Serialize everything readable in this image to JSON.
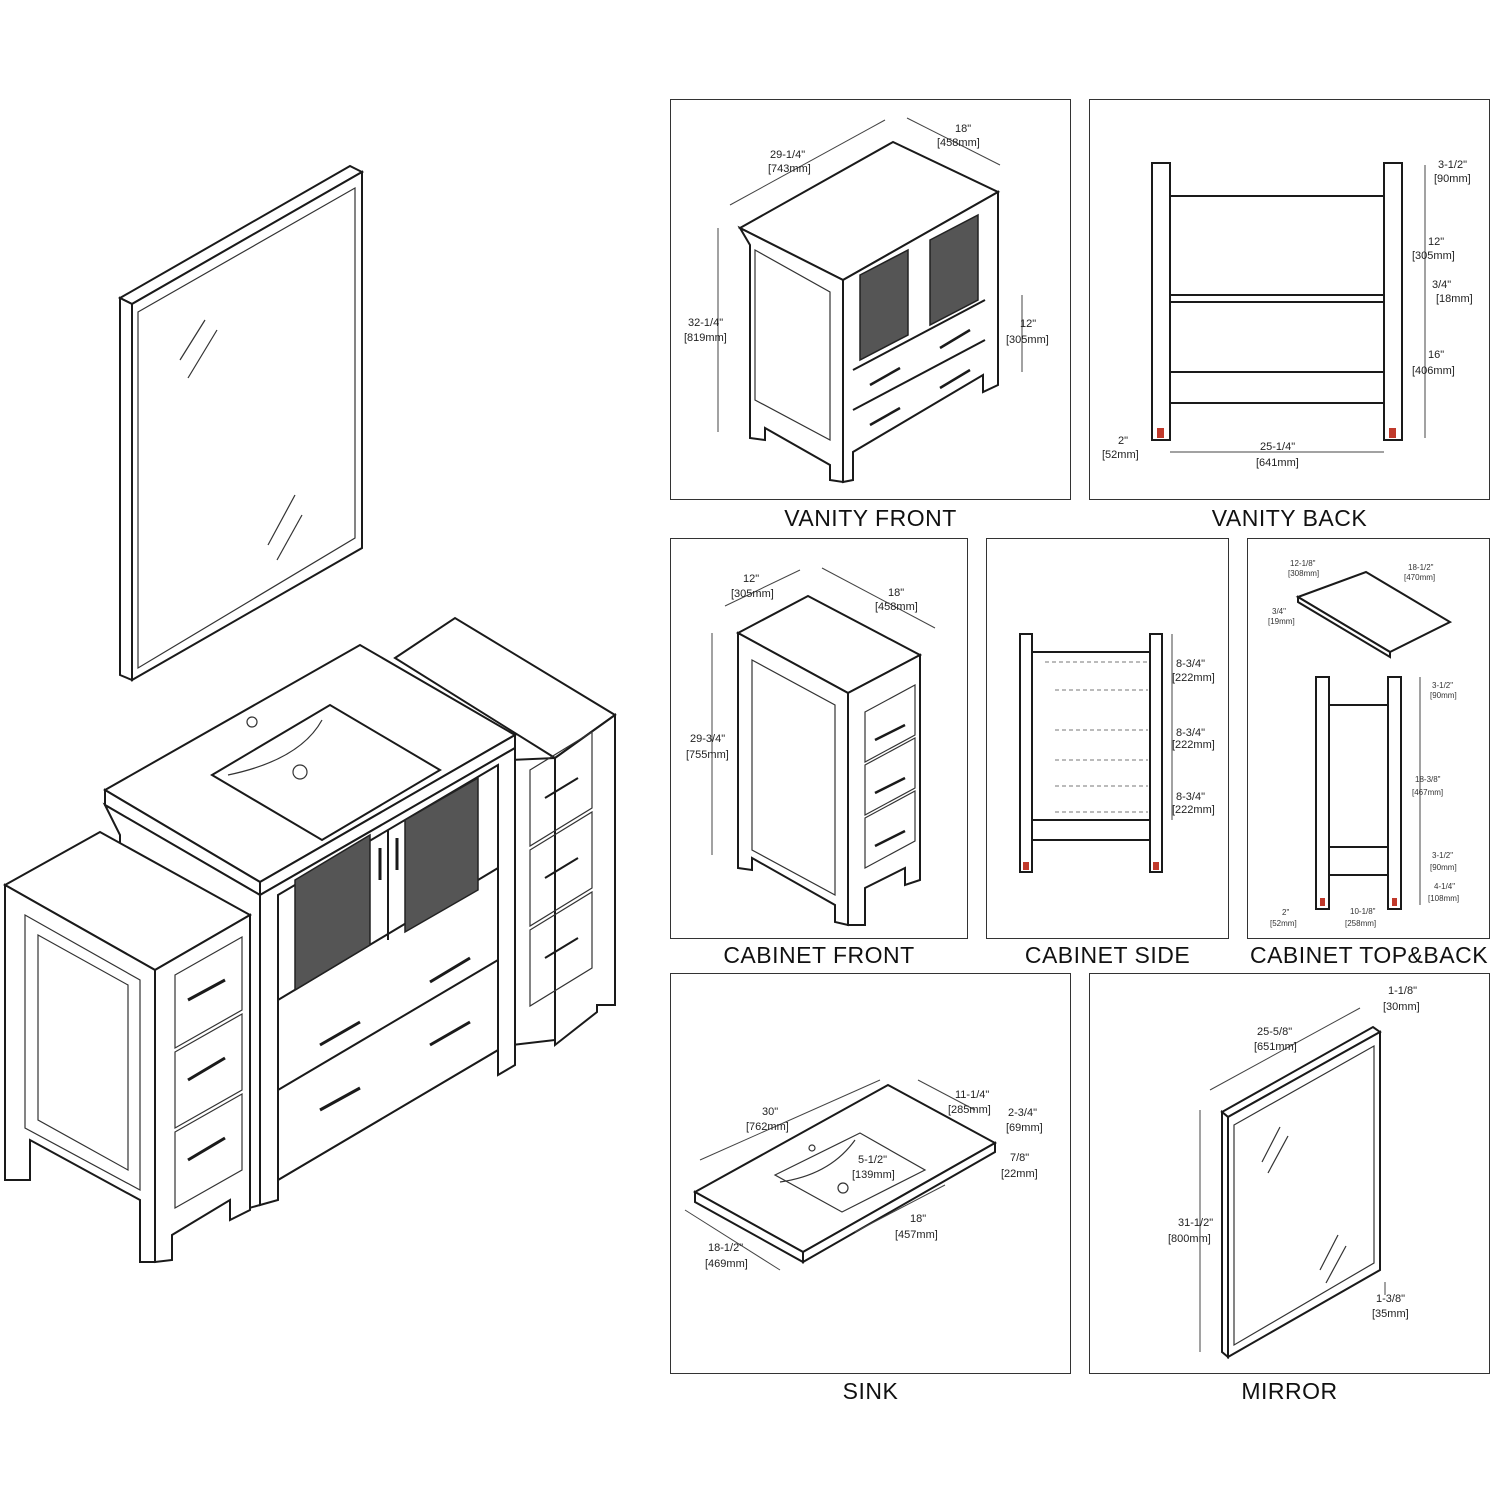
{
  "captions": {
    "vanity_front": "VANITY FRONT",
    "vanity_back": "VANITY BACK",
    "cabinet_front": "CABINET FRONT",
    "cabinet_side": "CABINET SIDE",
    "cabinet_top_back": "CABINET TOP&BACK",
    "sink": "SINK",
    "mirror": "MIRROR"
  },
  "vanity_front": {
    "width": "29-1/4\"",
    "width_mm": "[743mm]",
    "depth": "18\"",
    "depth_mm": "[458mm]",
    "height": "32-1/4\"",
    "height_mm": "[819mm]",
    "drawer": "12\"",
    "drawer_mm": "[305mm]"
  },
  "vanity_back": {
    "top": "3-1/2\"",
    "top_mm": "[90mm]",
    "upper": "12\"",
    "upper_mm": "[305mm]",
    "shelf": "3/4\"",
    "shelf_mm": "[18mm]",
    "lower": "16\"",
    "lower_mm": "[406mm]",
    "foot": "2\"",
    "foot_mm": "[52mm]",
    "width": "25-1/4\"",
    "width_mm": "[641mm]"
  },
  "cabinet_front": {
    "width": "12\"",
    "width_mm": "[305mm]",
    "depth": "18\"",
    "depth_mm": "[458mm]",
    "height": "29-3/4\"",
    "height_mm": "[755mm]"
  },
  "cabinet_side": {
    "d1": "8-3/4\"",
    "d1_mm": "[222mm]",
    "d2": "8-3/4\"",
    "d2_mm": "[222mm]",
    "d3": "8-3/4\"",
    "d3_mm": "[222mm]"
  },
  "cabinet_top_back": {
    "top_w": "12-1/8\"",
    "top_w_mm": "[308mm]",
    "top_d": "18-1/2\"",
    "top_d_mm": "[470mm]",
    "top_t": "3/4\"",
    "top_t_mm": "[19mm]",
    "b_top": "3-1/2\"",
    "b_top_mm": "[90mm]",
    "b_mid": "18-3/8\"",
    "b_mid_mm": "[467mm]",
    "b_low": "3-1/2\"",
    "b_low_mm": "[90mm]",
    "b_foot": "4-1/4\"",
    "b_foot_mm": "[108mm]",
    "b_leg": "2\"",
    "b_leg_mm": "[52mm]",
    "b_width": "10-1/8\"",
    "b_width_mm": "[258mm]"
  },
  "sink": {
    "length": "30\"",
    "length_mm": "[762mm]",
    "offset": "11-1/4\"",
    "offset_mm": "[285mm]",
    "back": "2-3/4\"",
    "back_mm": "[69mm]",
    "thick": "7/8\"",
    "thick_mm": "[22mm]",
    "bowl_depth": "5-1/2\"",
    "bowl_depth_mm": "[139mm]",
    "bowl_len": "18\"",
    "bowl_len_mm": "[457mm]",
    "depth": "18-1/2\"",
    "depth_mm": "[469mm]"
  },
  "mirror": {
    "thick": "1-1/8\"",
    "thick_mm": "[30mm]",
    "width": "25-5/8\"",
    "width_mm": "[651mm]",
    "height": "31-1/2\"",
    "height_mm": "[800mm]",
    "frame": "1-3/8\"",
    "frame_mm": "[35mm]"
  }
}
